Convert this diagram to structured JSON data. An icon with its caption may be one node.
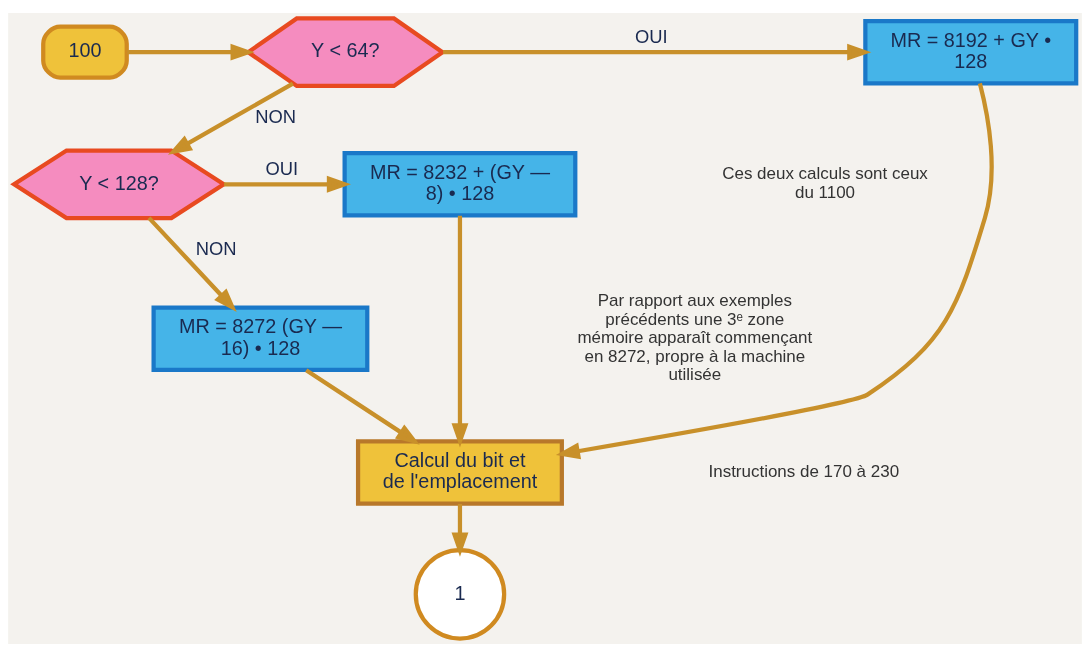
{
  "diagram": {
    "nodes": [
      {
        "text": [
          "100"
        ]
      },
      {
        "text": [
          "Y < 64?"
        ]
      },
      {
        "text": [
          "MR = 8192 + GY • 128"
        ]
      },
      {
        "text": [
          "Y < 128?"
        ]
      },
      {
        "text": [
          "MR = 8232 + (GY — 8) • 128"
        ]
      },
      {
        "text": [
          "MR = 8272 (GY — 16) • 128"
        ]
      },
      {
        "text": [
          "Calcul du bit et de l'emplacement"
        ]
      },
      {
        "text": [
          "1"
        ]
      }
    ],
    "edges": [
      {
        "from": 0,
        "to": 1,
        "arrow": "to"
      },
      {
        "from": 1,
        "to": 2,
        "arrow": "to",
        "label": "OUI"
      },
      {
        "from": 1,
        "to": 3,
        "arrow": "to",
        "label": "NON"
      },
      {
        "from": 3,
        "to": 4,
        "arrow": "to",
        "label": "OUI"
      },
      {
        "from": 3,
        "to": 5,
        "arrow": "to",
        "label": "NON"
      },
      {
        "from": 2,
        "to": 6,
        "arrow": "to"
      },
      {
        "from": 4,
        "to": 6,
        "arrow": "to"
      },
      {
        "from": 5,
        "to": 6,
        "arrow": "to"
      },
      {
        "from": 6,
        "to": 7,
        "arrow": "to"
      }
    ],
    "labels": [
      "Ces deux calculs sont ceux du 1100",
      "Par rapport aux exemples précédents une 3ᵉ zone mémoire apparaît commençant en 8272, propre à la machine utilisée",
      "Instructions de 170 à 230"
    ]
  }
}
